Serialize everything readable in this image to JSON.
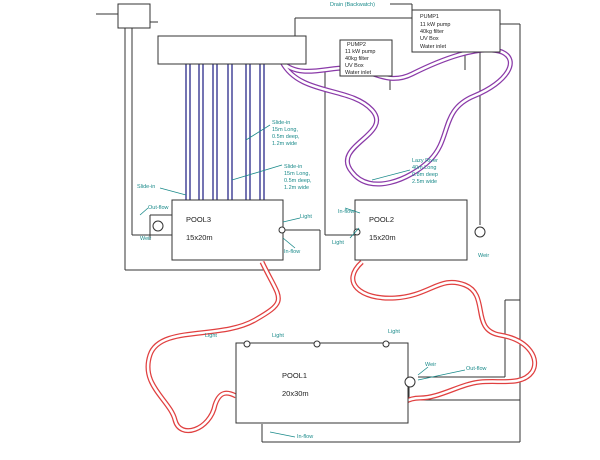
{
  "labels": {
    "drain": "Drain (Backwatch)",
    "pump1": [
      "PUMP1",
      "11 kW pump",
      "40kg filter",
      "UV Box",
      "Water inlet"
    ],
    "pump2": [
      "PUMP2",
      "11 kW pump",
      "40kg filter",
      "UV Box",
      "Water inlet"
    ],
    "slide1": [
      "Slide-in",
      "15m Long,",
      "0.5m deep,",
      "1.2m wide"
    ],
    "slide2": [
      "Slide-in",
      "15m Long,",
      "0.5m deep,",
      "1.2m wide"
    ],
    "slide_in_left": "Slide-in",
    "lazy_river": [
      "Lazy River",
      "40m Long",
      "0.8m deep",
      "2.5m wide"
    ],
    "pool3_name": "POOL3",
    "pool3_size": "15x20m",
    "pool2_name": "POOL2",
    "pool2_size": "15x20m",
    "pool1_name": "POOL1",
    "pool1_size": "20x30m",
    "outflow": "Out-flow",
    "inflow": "In-flow",
    "light": "Light",
    "weir": "Weir"
  },
  "colors": {
    "pipe": "#333333",
    "river": "#8a3aa8",
    "river_inner": "#ffffff",
    "channel": "#e04040",
    "slide": "#2a2a8a",
    "callout": "#1a8a8a"
  }
}
